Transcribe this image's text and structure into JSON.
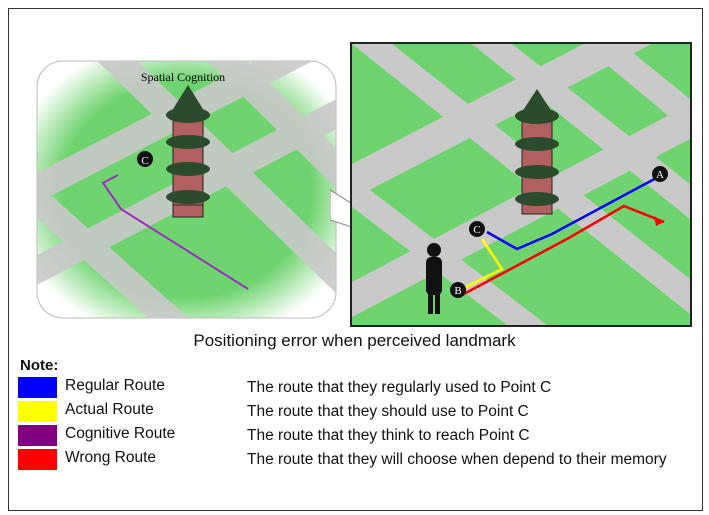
{
  "bubble": {
    "title": "Spatial Cognition",
    "point_label": "C"
  },
  "map": {
    "points": {
      "a": "A",
      "b": "B",
      "c": "C"
    }
  },
  "caption": "Positioning error when perceived landmark",
  "note_title": "Note:",
  "legend": [
    {
      "name": "Regular Route",
      "color": "#0000ff",
      "description": "The route that they regularly used to Point C"
    },
    {
      "name": "Actual Route",
      "color": "#ffff00",
      "description": "The route that they should use to Point C"
    },
    {
      "name": "Cognitive  Route",
      "color": "#800080",
      "description": "The route that they think to reach Point C"
    },
    {
      "name": "Wrong Route",
      "color": "#ff0000",
      "description": "The route that they will choose when depend to their memory"
    }
  ],
  "colors": {
    "grass": "#6fd46f",
    "road": "#c9c9c9",
    "tower_body": "#b06060",
    "tower_roof": "#2c4a2c"
  }
}
